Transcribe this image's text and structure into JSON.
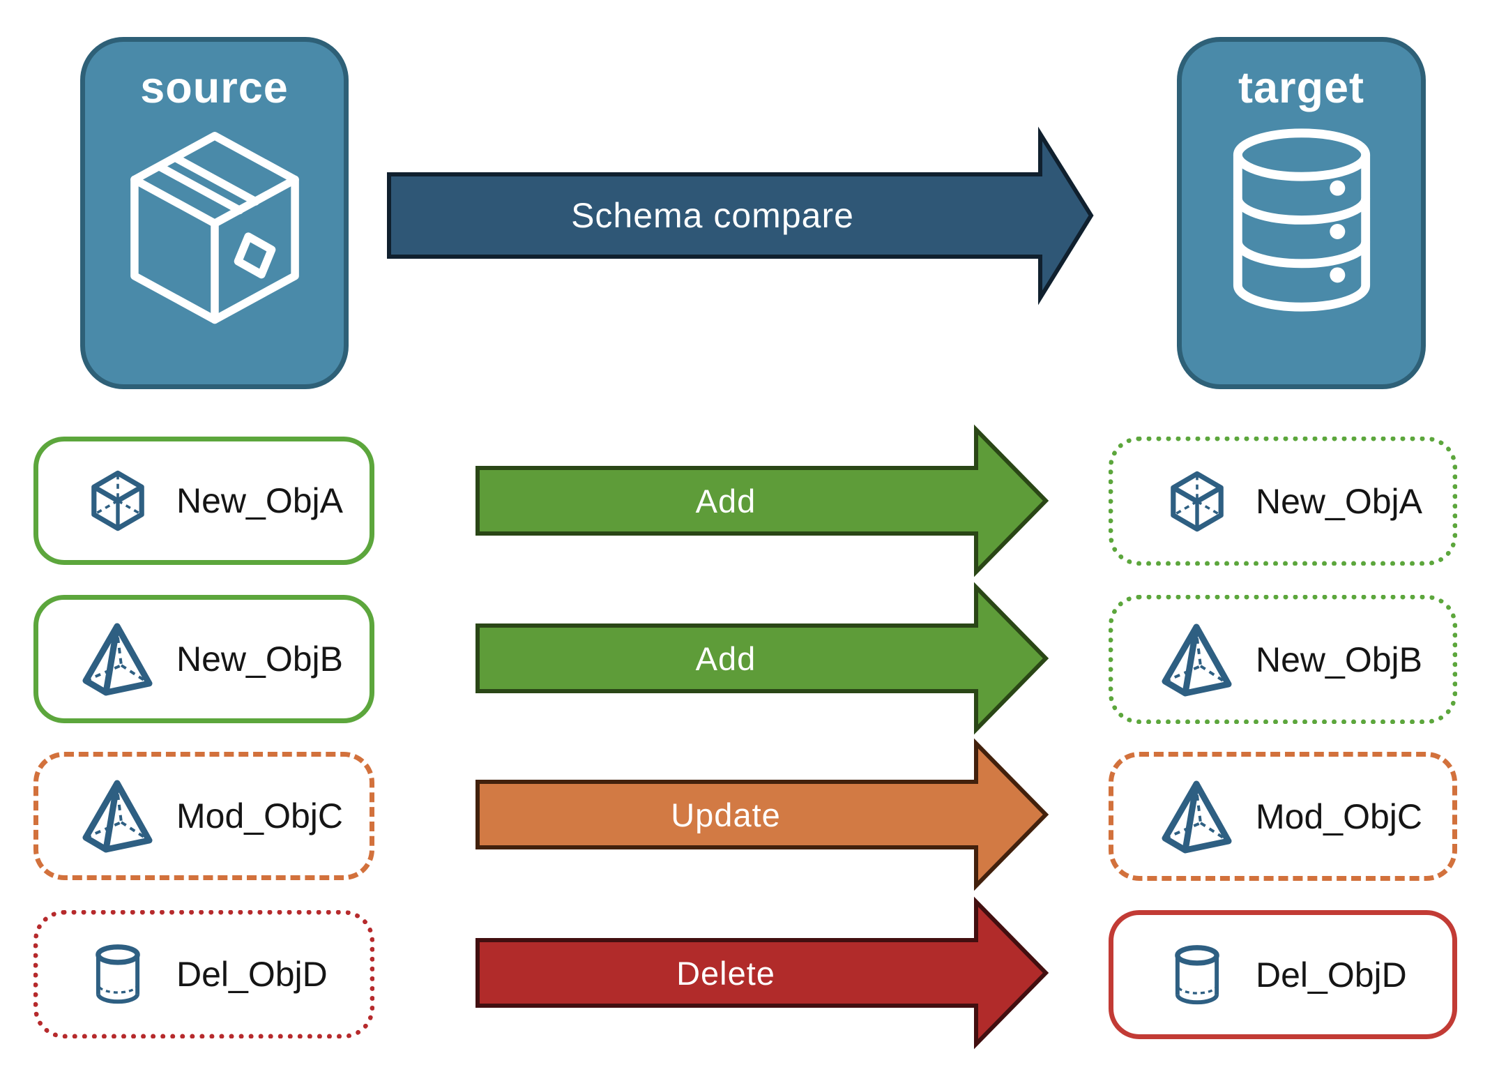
{
  "source_badge": {
    "label": "source",
    "icon": "package-icon"
  },
  "target_badge": {
    "label": "target",
    "icon": "database-icon"
  },
  "schema_arrow": {
    "label": "Schema compare"
  },
  "rows": [
    {
      "object": "New_ObjA",
      "action": "Add",
      "icon": "cube-icon",
      "source_border": "solid-green",
      "target_border": "dotted-green"
    },
    {
      "object": "New_ObjB",
      "action": "Add",
      "icon": "pyramid-icon",
      "source_border": "solid-green",
      "target_border": "dotted-green"
    },
    {
      "object": "Mod_ObjC",
      "action": "Update",
      "icon": "pyramid-icon",
      "source_border": "dashed-orange",
      "target_border": "dashed-orange"
    },
    {
      "object": "Del_ObjD",
      "action": "Delete",
      "icon": "cylinder-icon",
      "source_border": "dotted-red",
      "target_border": "solid-red"
    }
  ],
  "colors": {
    "badge_fill": "#4A8AA9",
    "badge_border": "#2E6077",
    "schema_arrow_fill": "#2F5776",
    "schema_arrow_border": "#10202E",
    "add_arrow_fill": "#5E9C39",
    "add_arrow_border": "#2A4616",
    "update_arrow_fill": "#D27A44",
    "update_arrow_border": "#42210D",
    "delete_arrow_fill": "#B12B2A",
    "delete_arrow_border": "#420F10",
    "green_border": "#5CA63C",
    "orange_border": "#D2713C",
    "red_dotted_border": "#B62A2C",
    "red_solid_border": "#C23B35",
    "object_icon_blue": "#2E5F82",
    "icon_white": "#FFFFFF"
  }
}
